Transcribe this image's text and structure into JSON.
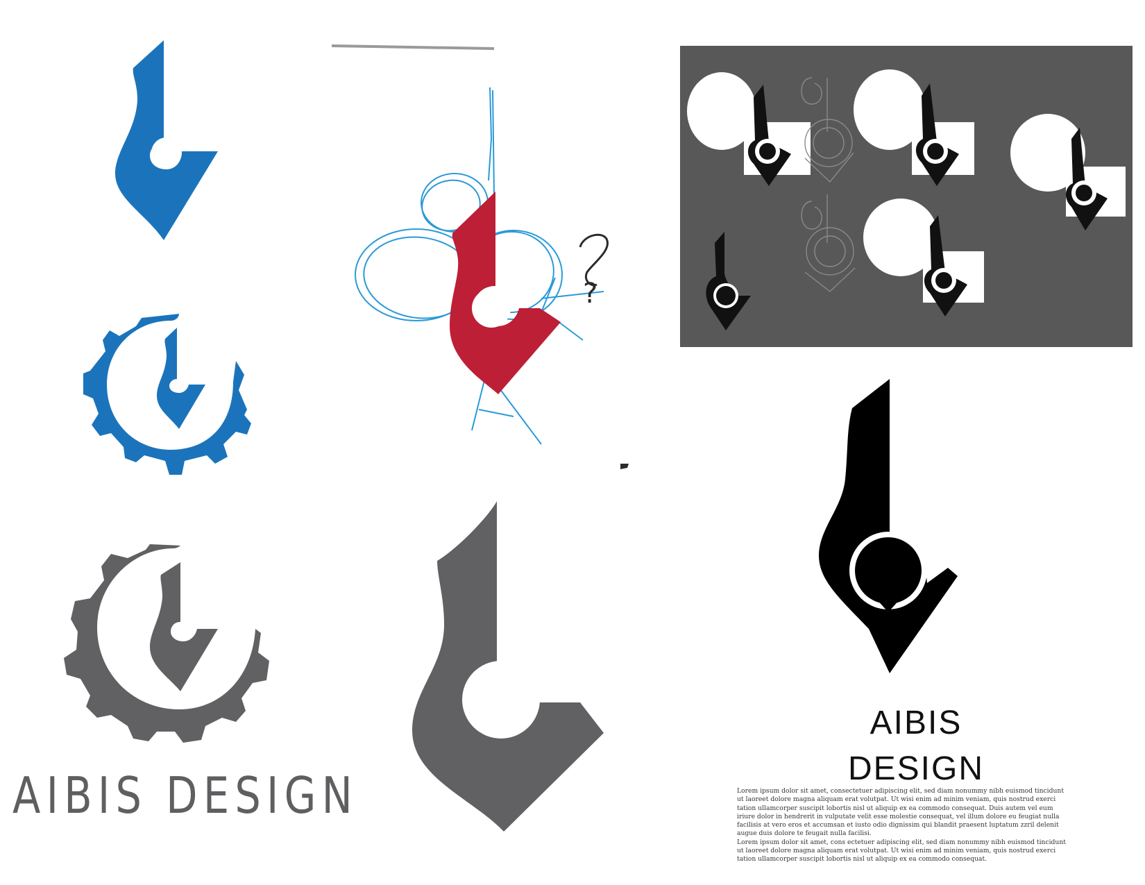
{
  "colors": {
    "blue": "#1b74bb",
    "red": "#bd1f36",
    "gray": "#616163",
    "black": "#000000",
    "panel": "#585858",
    "sketch_blue": "#2a9ad8"
  },
  "gear_logo": {
    "wordmark": "AIBIS DESIGN"
  },
  "final_logo": {
    "title_line1": "AIBIS",
    "title_line2": "DESIGN",
    "body_paragraph_1": "Lorem ipsum dolor sit amet, consectetuer adipiscing elit, sed diam nonummy nibh euismod tincidunt ut laoreet dolore magna aliquam erat volutpat. Ut wisi enim ad minim veniam, quis nostrud exerci tation ullamcorper suscipit lobortis nisl ut aliquip ex ea commodo consequat. Duis autem vel eum iriure dolor in hendrerit in vulputate velit esse molestie consequat, vel illum dolore eu feugiat nulla facilisis at vero eros et accumsan et iusto odio dignissim qui blandit praesent luptatum zzril delenit augue duis dolore te feugait nulla facilisi.",
    "body_paragraph_2": "Lorem ipsum dolor sit amet, cons ectetuer adipiscing elit, sed diam nonummy nibh euismod tincidunt ut laoreet dolore magna aliquam erat volutpat. Ut wisi enim ad minim veniam, quis nostrud exerci tation ullamcorper suscipit lobortis nisl ut aliquip ex ea commodo consequat."
  },
  "sketch": {
    "annotation": "?"
  }
}
